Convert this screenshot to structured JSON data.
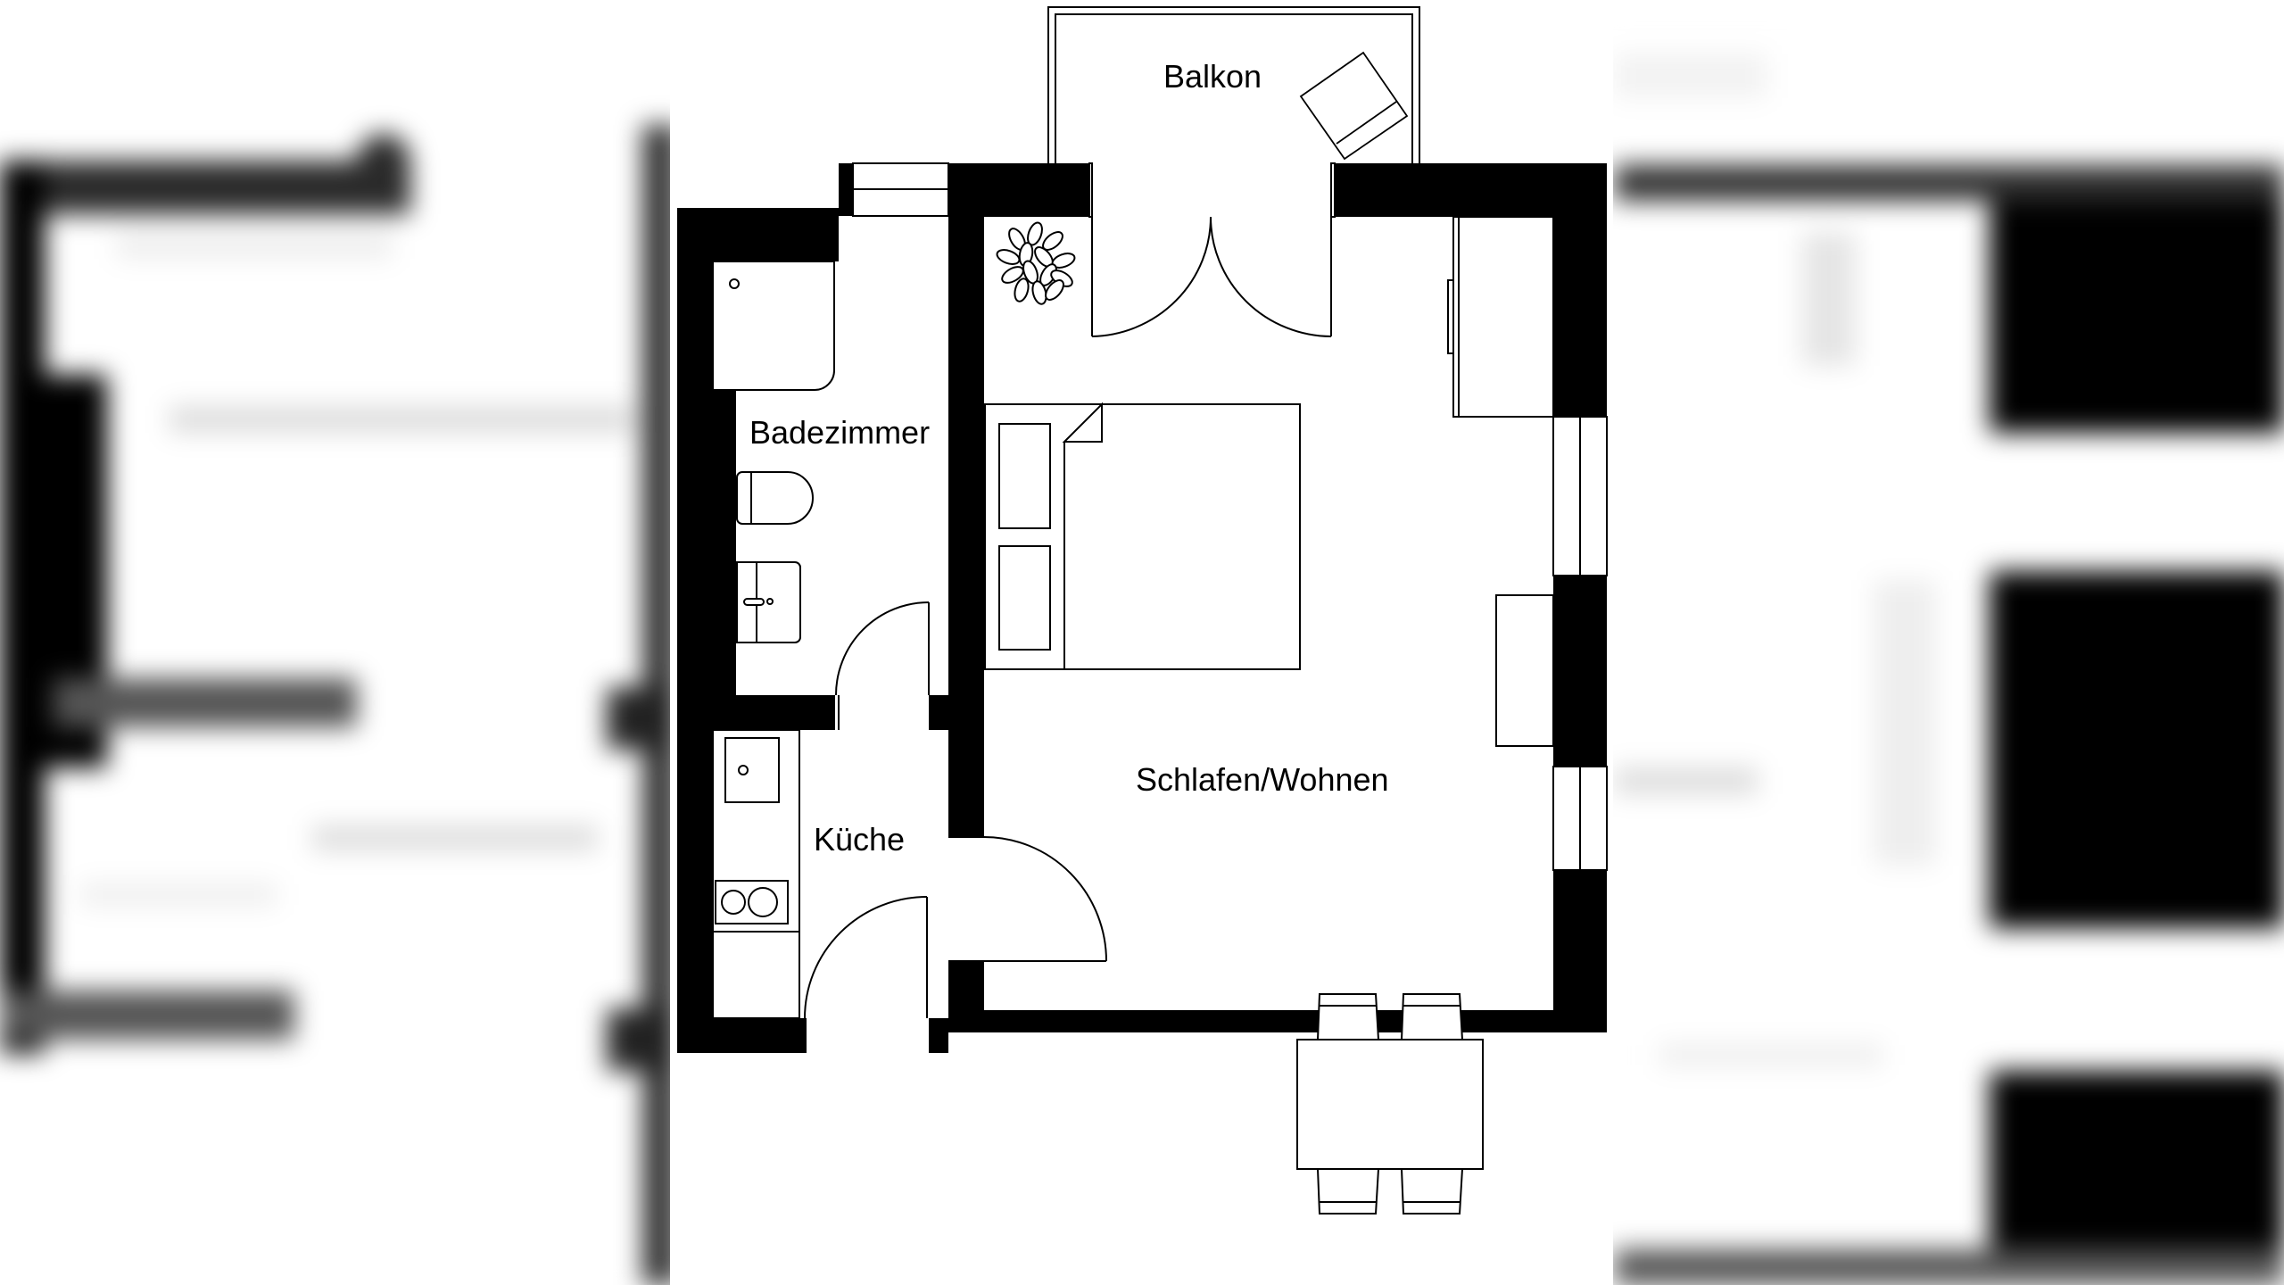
{
  "floorplan": {
    "rooms": [
      {
        "id": "balkon",
        "label": "Balkon"
      },
      {
        "id": "badezimmer",
        "label": "Badezimmer"
      },
      {
        "id": "kueche",
        "label": "Küche"
      },
      {
        "id": "schlafen_wohnen",
        "label": "Schlafen/Wohnen"
      }
    ],
    "colors": {
      "wall": "#000000",
      "background": "#ffffff",
      "line": "#000000"
    },
    "furniture": [
      "shower",
      "toilet",
      "bathroom-sink",
      "kitchen-sink",
      "stove",
      "double-bed",
      "pillow",
      "pillow",
      "wardrobe",
      "tv-cabinet",
      "dining-table",
      "chair",
      "chair",
      "chair",
      "chair",
      "plant",
      "balcony-lounger"
    ],
    "icons": {
      "plant": "plant-icon",
      "bed": "bed-icon",
      "table": "dining-table-icon",
      "door": "door-swing-icon",
      "window": "window-icon"
    }
  }
}
